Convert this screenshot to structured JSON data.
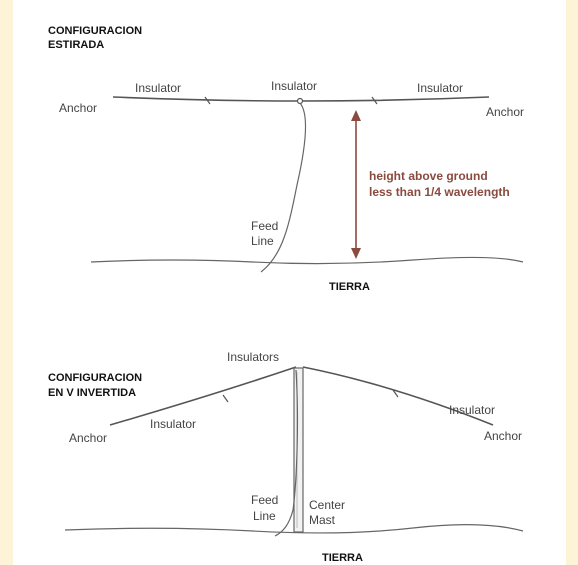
{
  "flat": {
    "title_line1": "CONFIGURACION",
    "title_line2": "ESTIRADA",
    "anchor_left": "Anchor",
    "anchor_right": "Anchor",
    "insulator_left": "Insulator",
    "insulator_center": "Insulator",
    "insulator_right": "Insulator",
    "feed_line_1": "Feed",
    "feed_line_2": "Line",
    "height_note_1": "height above ground",
    "height_note_2": "less than 1/4 wavelength",
    "ground": "TIERRA"
  },
  "inverted_v": {
    "title_line1": "CONFIGURACION",
    "title_line2": "EN V INVERTIDA",
    "insulators_top": "Insulators",
    "insulator_left": "Insulator",
    "insulator_right": "Insulator",
    "anchor_left": "Anchor",
    "anchor_right": "Anchor",
    "feed_line_1": "Feed",
    "feed_line_2": "Line",
    "mast_1": "Center",
    "mast_2": "Mast",
    "ground": "TIERRA"
  },
  "colors": {
    "page_border": "#fdf3d6",
    "height_arrow": "#8a4a3f",
    "wire": "#555555"
  }
}
